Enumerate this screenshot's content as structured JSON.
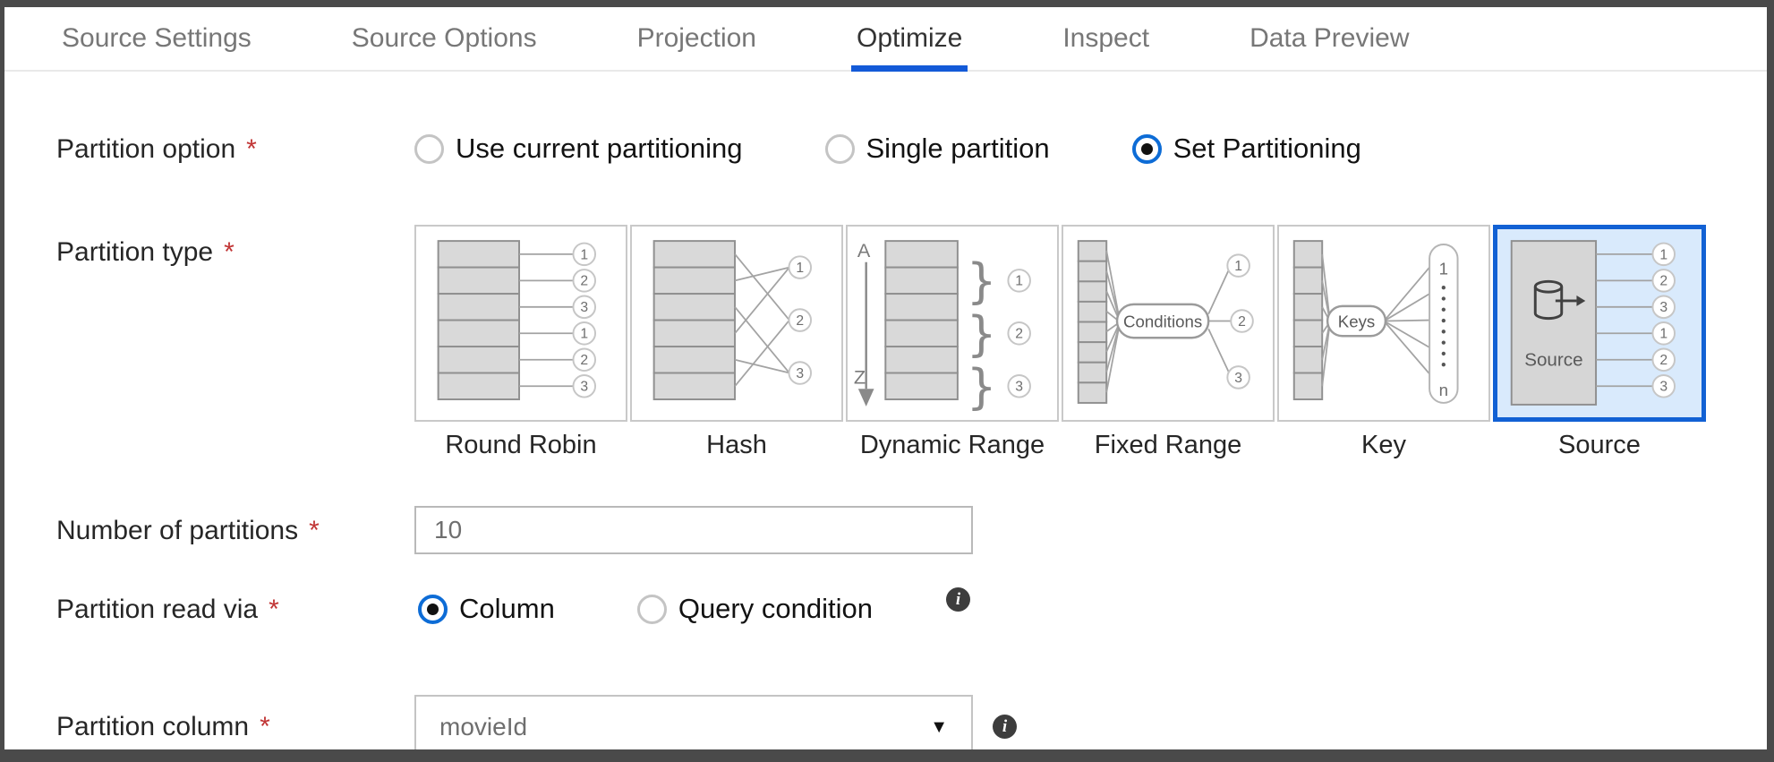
{
  "tabs": {
    "items": [
      {
        "label": "Source Settings",
        "active": false
      },
      {
        "label": "Source Options",
        "active": false
      },
      {
        "label": "Projection",
        "active": false
      },
      {
        "label": "Optimize",
        "active": true
      },
      {
        "label": "Inspect",
        "active": false
      },
      {
        "label": "Data Preview",
        "active": false
      }
    ]
  },
  "form": {
    "partition_option": {
      "label": "Partition option",
      "required": "*",
      "options": [
        {
          "label": "Use current partitioning",
          "selected": false
        },
        {
          "label": "Single partition",
          "selected": false
        },
        {
          "label": "Set Partitioning",
          "selected": true
        }
      ]
    },
    "partition_type": {
      "label": "Partition type",
      "required": "*",
      "tiles": [
        {
          "label": "Round Robin",
          "selected": false
        },
        {
          "label": "Hash",
          "selected": false
        },
        {
          "label": "Dynamic Range",
          "selected": false
        },
        {
          "label": "Fixed Range",
          "selected": false
        },
        {
          "label": "Key",
          "selected": false
        },
        {
          "label": "Source",
          "selected": true
        }
      ]
    },
    "number_of_partitions": {
      "label": "Number of partitions",
      "required": "*",
      "value": "10"
    },
    "partition_read_via": {
      "label": "Partition read via",
      "required": "*",
      "options": [
        {
          "label": "Column",
          "selected": true
        },
        {
          "label": "Query condition",
          "selected": false
        }
      ]
    },
    "partition_column": {
      "label": "Partition column",
      "required": "*",
      "value": "movieId"
    }
  },
  "diagram": {
    "seq6": [
      "1",
      "2",
      "3",
      "1",
      "2",
      "3"
    ],
    "seq3": [
      "1",
      "2",
      "3"
    ],
    "a": "A",
    "z": "Z",
    "brace": "}",
    "conditions": "Conditions",
    "keys": "Keys",
    "key_top": "1",
    "key_bottom": "n",
    "source": "Source"
  },
  "icons": {
    "dropdown_arrow": "▼",
    "info_glyph": "i"
  },
  "colors": {
    "accent_blue": "#1261d4",
    "tab_underline_blue": "#135ad8",
    "radio_blue": "#0d6cd6",
    "selected_tile_bg": "#d9eafc",
    "required_red": "#c13535",
    "frame_border": "#4a4a4a"
  }
}
